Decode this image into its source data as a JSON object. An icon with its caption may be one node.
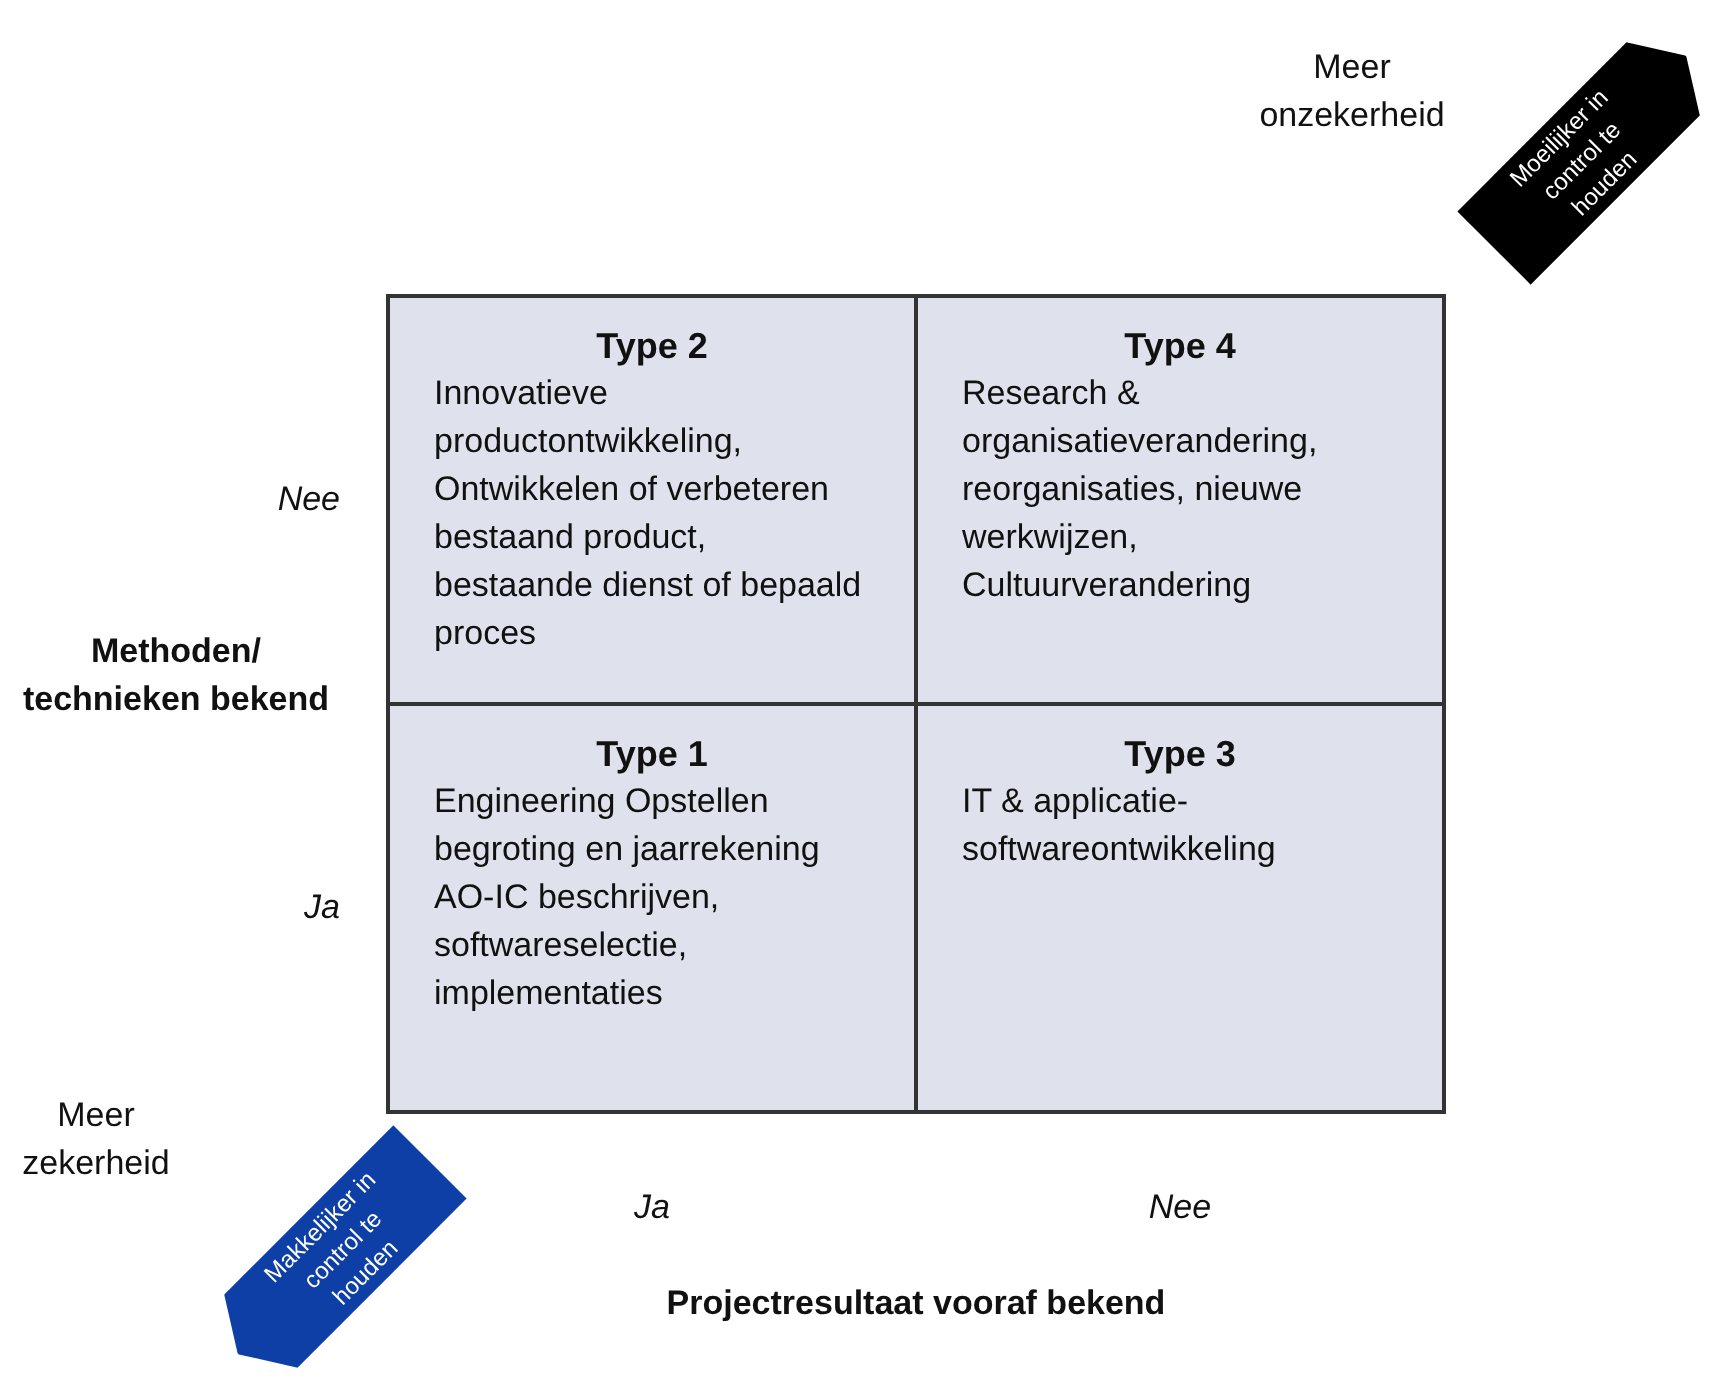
{
  "diagram": {
    "nodes": [
      {
        "text": [
          "Type 2",
          "Innovatieve productontwikkeling, Ontwikkelen of verbeteren bestaand product, bestaande dienst of bepaald proces"
        ]
      },
      {
        "text": [
          "Type 4",
          "Research & organisatieverandering, reorganisaties, nieuwe werkwijzen, Cultuurverandering"
        ]
      },
      {
        "text": [
          "Type 1",
          "Engineering Opstellen begroting en jaarrekening AO-IC beschrijven, softwareselectie, implementaties"
        ]
      },
      {
        "text": [
          "Type 3",
          "IT & applicatie-softwareontwikkeling"
        ]
      },
      {
        "text": [
          "Moeilijker in control te houden"
        ]
      },
      {
        "text": [
          "Makkelijker in control te houden"
        ]
      }
    ],
    "labels": [
      "Meer onzekerheid",
      "Nee",
      "Methoden/ technieken bekend",
      "Ja",
      "Meer zekerheid",
      "Ja",
      "Nee",
      "Projectresultaat vooraf bekend"
    ]
  }
}
